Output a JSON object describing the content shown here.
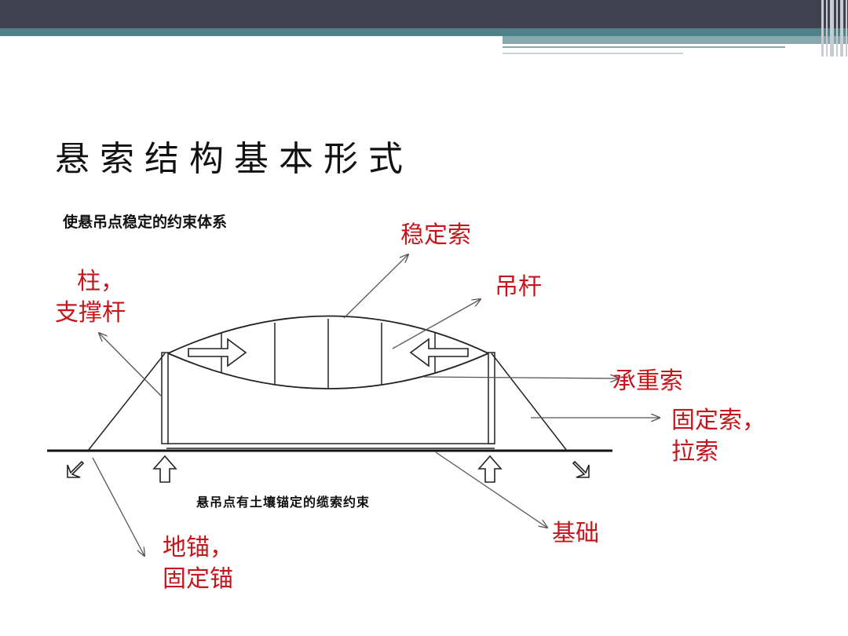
{
  "title": "悬索结构基本形式",
  "diagram": {
    "top_caption": "使悬吊点稳定的约束体系",
    "bottom_caption": "悬吊点有土壤锚定的缆索约束",
    "labels": {
      "column_line1": "柱，",
      "column_line2": "支撑杆",
      "stabilizing_cable": "稳定索",
      "hanger": "吊杆",
      "load_cable": "承重索",
      "tie_cable_line1": "固定索，",
      "tie_cable_line2": "拉索",
      "foundation": "基础",
      "anchor_line1": "地锚，",
      "anchor_line2": "固定锚"
    }
  }
}
